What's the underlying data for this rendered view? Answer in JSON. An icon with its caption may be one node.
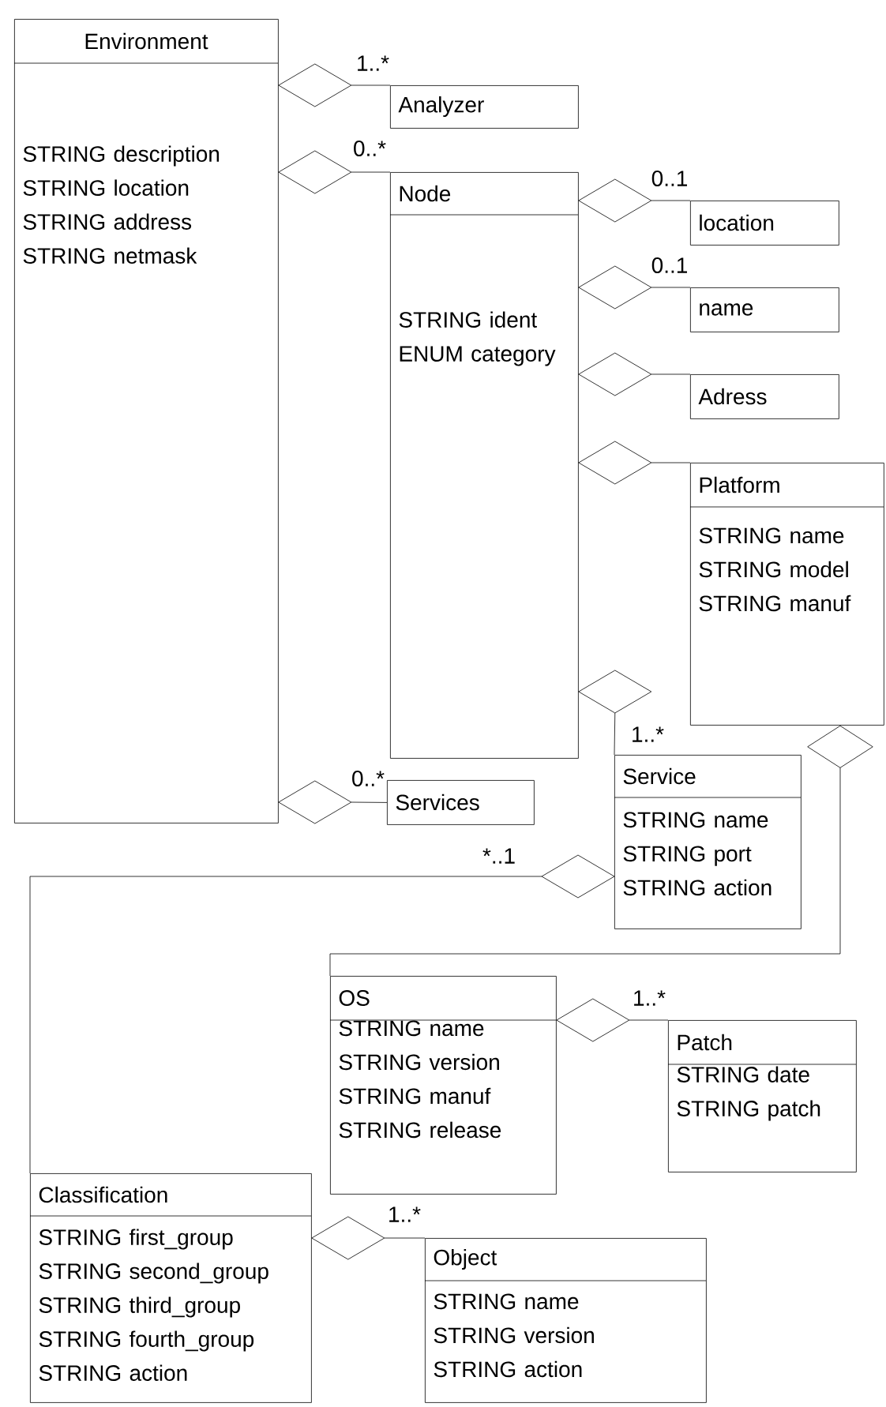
{
  "diagram": {
    "nodes": [
      {
        "text": [
          "Environment",
          "STRING description STRING location STRING address STRING netmask"
        ]
      },
      {
        "text": [
          "Analyzer"
        ]
      },
      {
        "text": [
          "Node",
          "STRING ident ENUM category"
        ]
      },
      {
        "text": [
          "location"
        ]
      },
      {
        "text": [
          "name"
        ]
      },
      {
        "text": [
          "Adress"
        ]
      },
      {
        "text": [
          "Platform",
          "STRING name STRING model STRING manuf"
        ]
      },
      {
        "text": [
          "Services"
        ]
      },
      {
        "text": [
          "Service",
          "STRING name STRING port STRING action"
        ]
      },
      {
        "text": [
          "OS",
          "STRING name STRING version STRING manuf STRING release"
        ]
      },
      {
        "text": [
          "Patch",
          "STRING date STRING patch"
        ]
      },
      {
        "text": [
          "Classification",
          "STRING first_group STRING second_group STRING third_group STRING fourth_group STRING action"
        ]
      },
      {
        "text": [
          "Object",
          "STRING name STRING version STRING action"
        ]
      }
    ],
    "edges": [
      {
        "from": 0,
        "to": 1,
        "arrow": "other",
        "label": "1..*"
      },
      {
        "from": 0,
        "to": 2,
        "arrow": "other",
        "label": "0..*"
      },
      {
        "from": 2,
        "to": 3,
        "arrow": "other",
        "label": "0..1"
      },
      {
        "from": 2,
        "to": 4,
        "arrow": "other",
        "label": "0..1"
      },
      {
        "from": 2,
        "to": 5,
        "arrow": "other"
      },
      {
        "from": 2,
        "to": 6,
        "arrow": "other"
      },
      {
        "from": 2,
        "to": 8,
        "arrow": "other",
        "label": "1..*"
      },
      {
        "from": 0,
        "to": 7,
        "arrow": "other",
        "label": "0..*"
      },
      {
        "from": 8,
        "to": 11,
        "arrow": "other",
        "label": "*..1"
      },
      {
        "from": 6,
        "to": 9,
        "arrow": "other"
      },
      {
        "from": 9,
        "to": 10,
        "arrow": "other",
        "label": "1..*"
      },
      {
        "from": 11,
        "to": 12,
        "arrow": "other",
        "label": "1..*"
      }
    ]
  }
}
